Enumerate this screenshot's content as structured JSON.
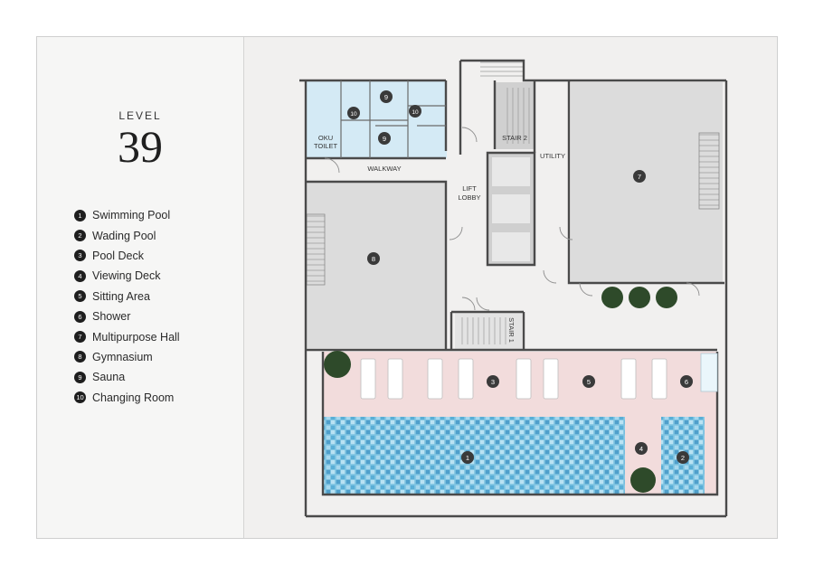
{
  "level": {
    "label": "LEVEL",
    "number": "39"
  },
  "legend": [
    {
      "num": "1",
      "name": "Swimming Pool"
    },
    {
      "num": "2",
      "name": "Wading Pool"
    },
    {
      "num": "3",
      "name": "Pool Deck"
    },
    {
      "num": "4",
      "name": "Viewing Deck"
    },
    {
      "num": "5",
      "name": "Sitting Area"
    },
    {
      "num": "6",
      "name": "Shower"
    },
    {
      "num": "7",
      "name": "Multipurpose Hall"
    },
    {
      "num": "8",
      "name": "Gymnasium"
    },
    {
      "num": "9",
      "name": "Sauna"
    },
    {
      "num": "10",
      "name": "Changing Room"
    }
  ],
  "plan_labels": {
    "oku_line1": "OKU",
    "oku_line2": "TOILET",
    "walkway": "WALKWAY",
    "lift_line1": "LIFT",
    "lift_line2": "LOBBY",
    "utility": "UTILITY",
    "stair1": "STAIR 1",
    "stair2": "STAIR 2"
  },
  "markers": {
    "m1": "1",
    "m2": "2",
    "m3": "3",
    "m4": "4",
    "m5": "5",
    "m6": "6",
    "m7": "7",
    "m8": "8",
    "m9a": "9",
    "m9b": "9",
    "m10a": "10",
    "m10b": "10"
  },
  "colors": {
    "wall": "#4a4a4a",
    "room_grey": "#dcdcdc",
    "wet_area": "#d4eaf5",
    "pool_deck": "#f2dcdc",
    "pool_water": "#7fc4e2",
    "tree": "#2e4a2a",
    "marker": "#3a3a3a"
  }
}
